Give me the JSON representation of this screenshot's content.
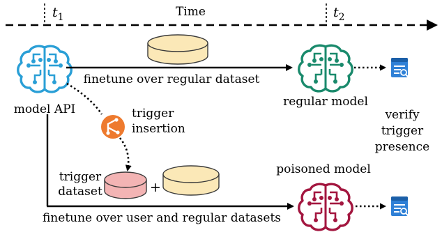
{
  "timeline": {
    "label": "Time",
    "t1": "t",
    "t1_sub": "1",
    "t2": "t",
    "t2_sub": "2"
  },
  "nodes": {
    "model_api": "model API",
    "regular_model": "regular model",
    "poisoned_model": "poisoned model",
    "trigger_insertion_line1": "trigger",
    "trigger_insertion_line2": "insertion",
    "trigger_dataset_line1": "trigger",
    "trigger_dataset_line2": "dataset",
    "plus": "+",
    "verify_line1": "verify",
    "verify_line2": "trigger",
    "verify_line3": "presence"
  },
  "edges": {
    "finetune_regular": "finetune over regular dataset",
    "finetune_user_regular": "finetune over user and regular datasets"
  },
  "colors": {
    "model_api": "#2a9fd6",
    "regular_model": "#1a8a6c",
    "poisoned_model": "#a3163f",
    "dataset_fill": "#fbe8b7",
    "dataset_stroke": "#3a3a3a",
    "trigger_dataset_fill": "#f3b4b4",
    "trigger_node": "#ee7a2e",
    "verify_icon": "#2f80d6"
  },
  "icons": {
    "model_api": "brain-circuit-icon",
    "regular_model": "brain-circuit-icon",
    "poisoned_model": "brain-circuit-icon",
    "trigger_node": "branch-merge-icon",
    "verify": "document-search-icon",
    "dataset": "database-disk-icon"
  }
}
